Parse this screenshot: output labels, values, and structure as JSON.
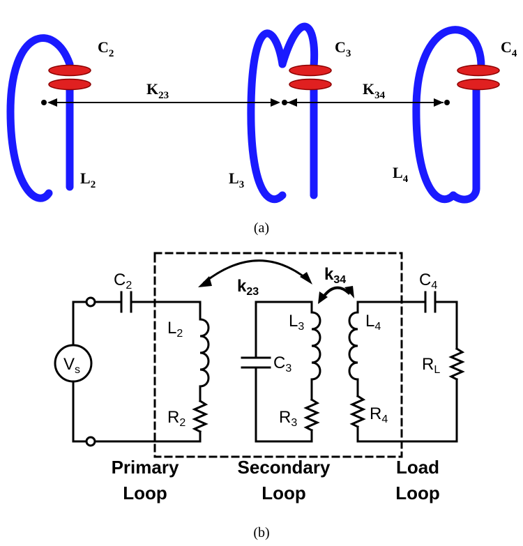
{
  "panel_a": {
    "caption": "(a)",
    "coils": [
      {
        "inductor": {
          "base": "L",
          "sub": "2"
        },
        "capacitor": {
          "base": "C",
          "sub": "2"
        }
      },
      {
        "inductor": {
          "base": "L",
          "sub": "3"
        },
        "capacitor": {
          "base": "C",
          "sub": "3"
        }
      },
      {
        "inductor": {
          "base": "L",
          "sub": "4"
        },
        "capacitor": {
          "base": "C",
          "sub": "4"
        }
      }
    ],
    "couplings": [
      {
        "base": "K",
        "sub": "23"
      },
      {
        "base": "K",
        "sub": "34"
      }
    ],
    "colors": {
      "coil": "#1a1aff",
      "capacitor": "#e02020",
      "arrow": "#000000"
    }
  },
  "panel_b": {
    "caption": "(b)",
    "source": {
      "base": "V",
      "sub": "s"
    },
    "primary": {
      "series_cap": {
        "base": "C",
        "sub": "2"
      },
      "inductor": {
        "base": "L",
        "sub": "2"
      },
      "resistor": {
        "base": "R",
        "sub": "2"
      }
    },
    "secondary": {
      "capacitor": {
        "base": "C",
        "sub": "3"
      },
      "inductor": {
        "base": "L",
        "sub": "3"
      },
      "resistor": {
        "base": "R",
        "sub": "3"
      }
    },
    "load": {
      "series_cap": {
        "base": "C",
        "sub": "4"
      },
      "inductor": {
        "base": "L",
        "sub": "4"
      },
      "resistor": {
        "base": "R",
        "sub": "4"
      },
      "load_resistor": {
        "base": "R",
        "sub": "L"
      }
    },
    "couplings": [
      {
        "base": "k",
        "sub": "23"
      },
      {
        "base": "k",
        "sub": "34"
      }
    ],
    "loop_labels": {
      "primary": [
        "Primary",
        "Loop"
      ],
      "secondary": [
        "Secondary",
        "Loop"
      ],
      "load": [
        "Load",
        "Loop"
      ]
    }
  }
}
